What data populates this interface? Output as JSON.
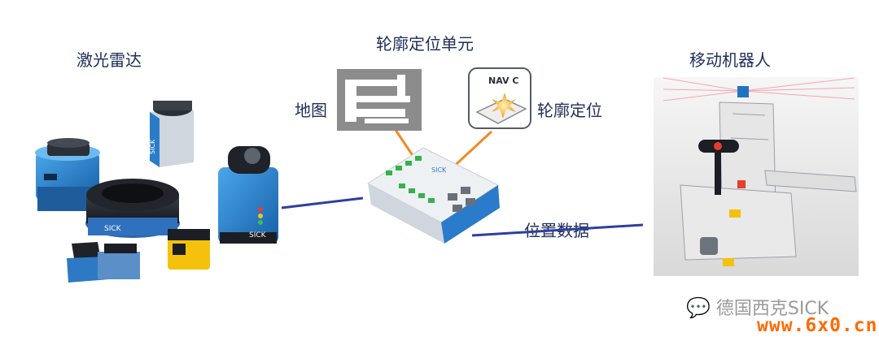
{
  "labels": {
    "lidar": "激光雷达",
    "contour_unit": "轮廓定位单元",
    "map": "地图",
    "contour_positioning": "轮廓定位",
    "mobile_robot": "移动机器人",
    "position_data": "位置数据",
    "nav_badge": "NAV C"
  },
  "watermark": {
    "account": "德国西克SICK",
    "site": "www.6x0.cn"
  },
  "colors": {
    "link_line": "#2e3fa0",
    "orange_line": "#f08a24",
    "sick_blue": "#1f74c2",
    "dark": "#1b1e24"
  }
}
